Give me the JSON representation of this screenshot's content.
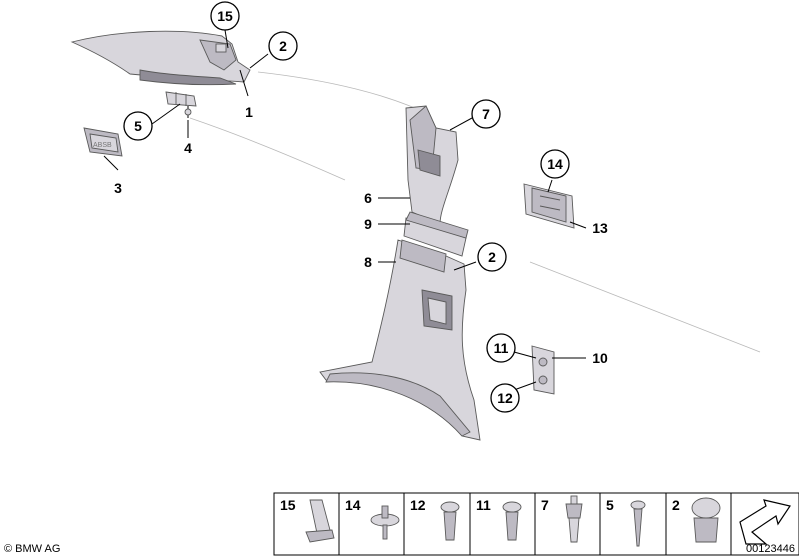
{
  "diagram": {
    "callouts": {
      "c15": "15",
      "c2a": "2",
      "c7": "7",
      "c14": "14",
      "c2b": "2",
      "c11": "11",
      "c12": "12",
      "c5": "5"
    },
    "labels": {
      "l1": "1",
      "l3": "3",
      "l4": "4",
      "l6": "6",
      "l8": "8",
      "l9": "9",
      "l10": "10",
      "l13": "13"
    },
    "fastener_strip": [
      "15",
      "14",
      "12",
      "11",
      "7",
      "5",
      "2"
    ]
  },
  "footer": {
    "copyright": "© BMW AG",
    "image_number": "00123446"
  }
}
